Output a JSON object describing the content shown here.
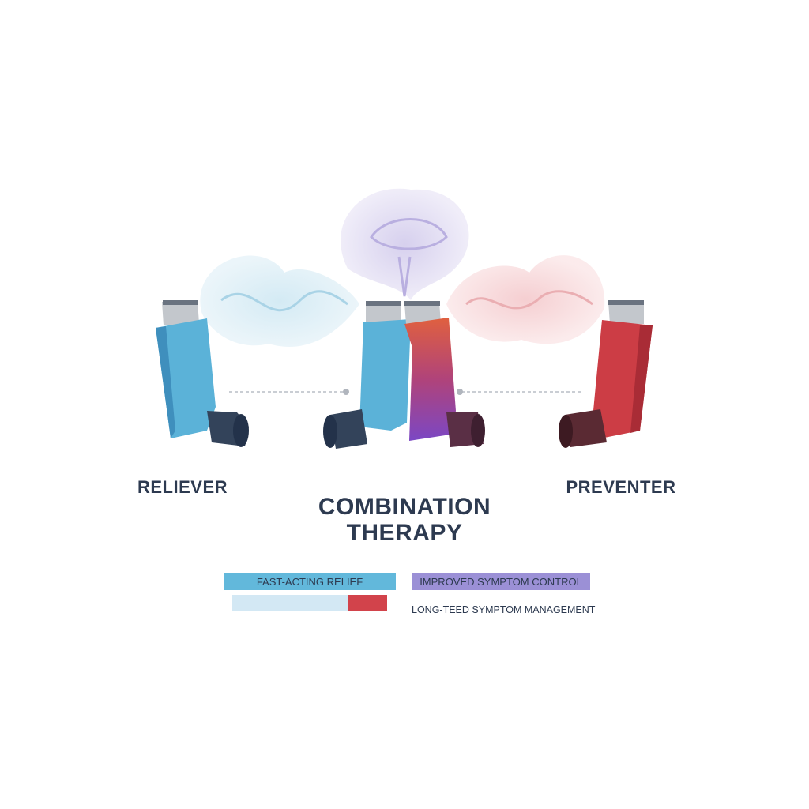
{
  "labels": {
    "reliever": "RELIEVER",
    "combination_line1": "COMBINATION",
    "combination_line2": "THERAPY",
    "preventer": "PREVENTER"
  },
  "legend": {
    "fast_acting": "FAST-ACTING RELIEF",
    "improved_control": "IMPROVED SYMPTOM CONTROL",
    "long_term": "LONG-TEED SYMPTOM MANAGEMENT"
  },
  "colors": {
    "reliever_blue": "#5bb2d8",
    "preventer_red": "#cc3d45",
    "combination_purple": "#9b90d6",
    "text_navy": "#2d3a50"
  }
}
